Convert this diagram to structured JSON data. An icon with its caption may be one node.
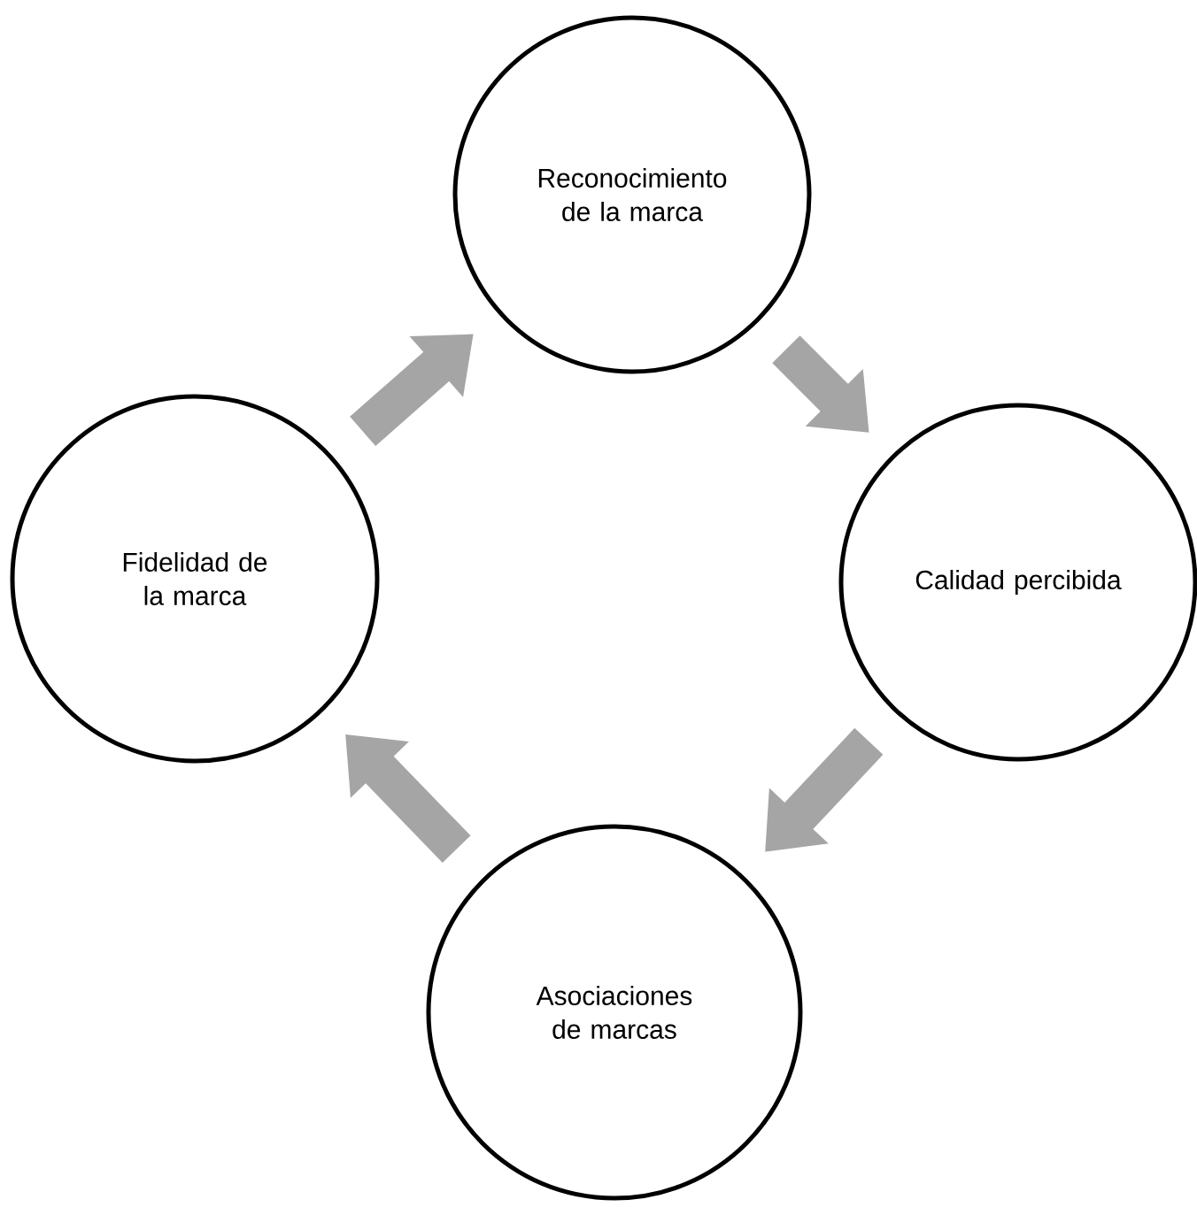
{
  "diagram": {
    "nodes": [
      {
        "text": [
          "Reconocimiento de la marca"
        ]
      },
      {
        "text": [
          "Calidad percibida"
        ]
      },
      {
        "text": [
          "Asociaciones de marcas"
        ]
      },
      {
        "text": [
          "Fidelidad de la marca"
        ]
      }
    ],
    "edges": [
      {
        "from": 0,
        "to": 1,
        "arrow": "to"
      },
      {
        "from": 1,
        "to": 2,
        "arrow": "to"
      },
      {
        "from": 2,
        "to": 3,
        "arrow": "to"
      },
      {
        "from": 3,
        "to": 0,
        "arrow": "to"
      }
    ]
  }
}
